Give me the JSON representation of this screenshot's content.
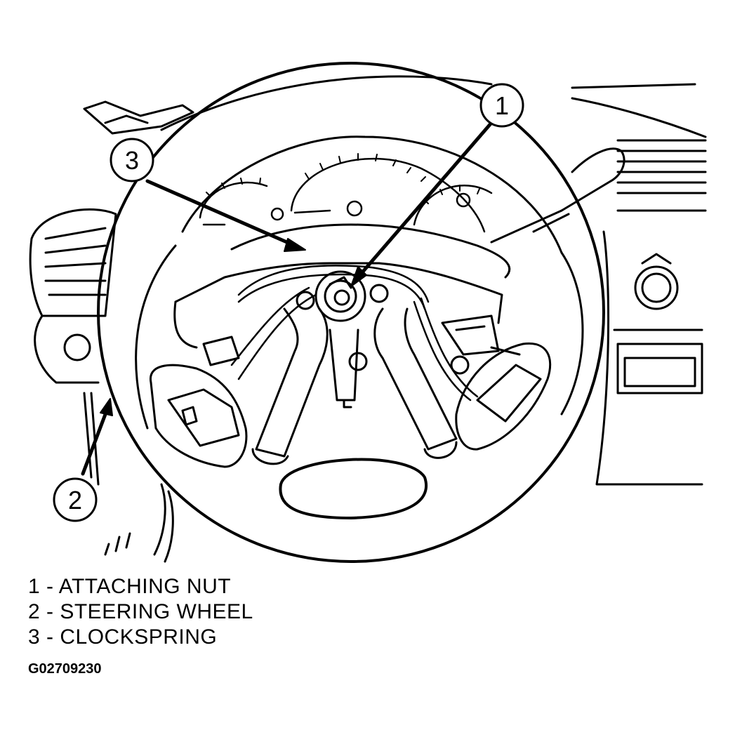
{
  "callouts": [
    {
      "number": "1"
    },
    {
      "number": "2"
    },
    {
      "number": "3"
    }
  ],
  "legend": [
    {
      "text": "1 - ATTACHING NUT"
    },
    {
      "text": "2 - STEERING WHEEL"
    },
    {
      "text": "3 - CLOCKSPRING"
    }
  ],
  "figure_id": "G02709230"
}
